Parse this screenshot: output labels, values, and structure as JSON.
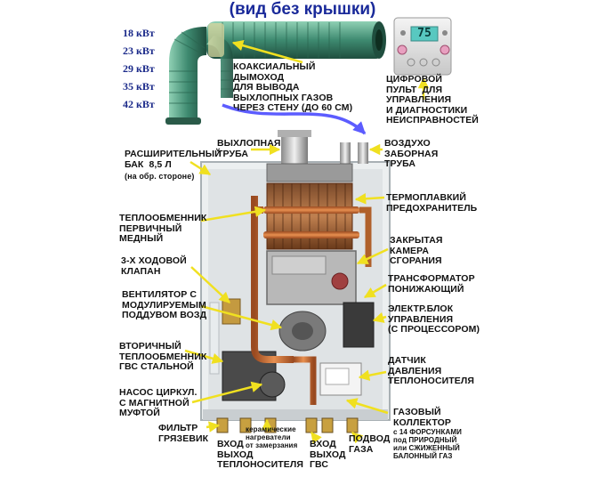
{
  "title": "(вид без крышки)",
  "power_options": [
    "18 кВт",
    "23 кВт",
    "29 кВт",
    "35 кВт",
    "42 кВт"
  ],
  "panel": {
    "display_value": "75"
  },
  "labels": {
    "chimney": "КОАКСИАЛЬНЫЙ\nДЫМОХОД\nДЛЯ ВЫВОДА\nВЫХЛОПНЫХ ГАЗОВ\nЧЕРЕЗ СТЕНУ (до 60 см)",
    "control_panel": "ЦИФРОВОЙ\nПУЛЬТ  ДЛЯ\nУПРАВЛЕНИЯ\nИ ДИАГНОСТИКИ\nНЕИСПРАВНОСТЕЙ",
    "exhaust_pipe": "ВЫХЛОПНАЯ\nТРУБА",
    "air_intake": "ВОЗДУХО\nЗАБОРНАЯ\nТРУБА",
    "expansion_tank": "РАСШИРИТЕЛЬНЫЙ\nБАК  8,5 л",
    "expansion_tank_note": "(на обр. стороне)",
    "thermal_fuse": "ТЕРМОПЛАВКИЙ\nПРЕДОХРАНИТЕЛЬ",
    "primary_hx": "ТЕПЛООБМЕННИК\nПЕРВИЧНЫЙ\nМЕДНЫЙ",
    "closed_chamber": "ЗАКРЫТАЯ\nКАМЕРА\nСГОРАНИЯ",
    "three_way_valve": "3-Х ХОДОВОЙ\nКЛАПАН",
    "transformer": "ТРАНСФОРМАТОР\nПОНИЖАЮЩИЙ",
    "fan": "ВЕНТИЛЯТОР С\nМОДУЛИРУЕМЫМ\nПОДДУВОМ ВОЗД",
    "control_unit": "ЭЛЕКТР.БЛОК\nУПРАВЛЕНИЯ\n(С ПРОЦЕССОРОМ)",
    "secondary_hx": "ВТОРИЧНЫЙ\nТЕПЛООБМЕННИК\nГВС СТАЛЬНОЙ",
    "pressure_sensor": "ДАТЧИК\nДАВЛЕНИЯ\nТЕПЛОНОСИТЕЛЯ",
    "pump": "НАСОС ЦИРКУЛ.\nС МАГНИТНОЙ\nМУФТОЙ",
    "gas_manifold": "ГАЗОВЫЙ\nКОЛЛЕКТОР",
    "gas_manifold_note": "с 14 ФОРСУНКАМИ\nпод ПРИРОДНЫЙ\nили СЖИЖЕННЫЙ\nБАЛОННЫЙ ГАЗ",
    "filter": "ФИЛЬТР\nГРЯЗЕВИК",
    "ceramic_heaters": "керамические\nнагреватели\nот замерзания",
    "heating_inlet": "ВХОД\nВЫХОД\nТЕПЛОНОСИТЕЛЯ",
    "dhw_inlet": "ВХОД\nВЫХОД\nГВС",
    "gas_inlet": "ПОДВОД\nГАЗА"
  },
  "colors": {
    "title": "#1a2a9a",
    "power_text": "#1b2a8a",
    "arrow": "#f0e020",
    "pipe": "#3e8a70",
    "copper": "#c86a30",
    "exhaust_flow": "#4040ff",
    "display": "#58c8c0",
    "casing": "#eceff0"
  }
}
